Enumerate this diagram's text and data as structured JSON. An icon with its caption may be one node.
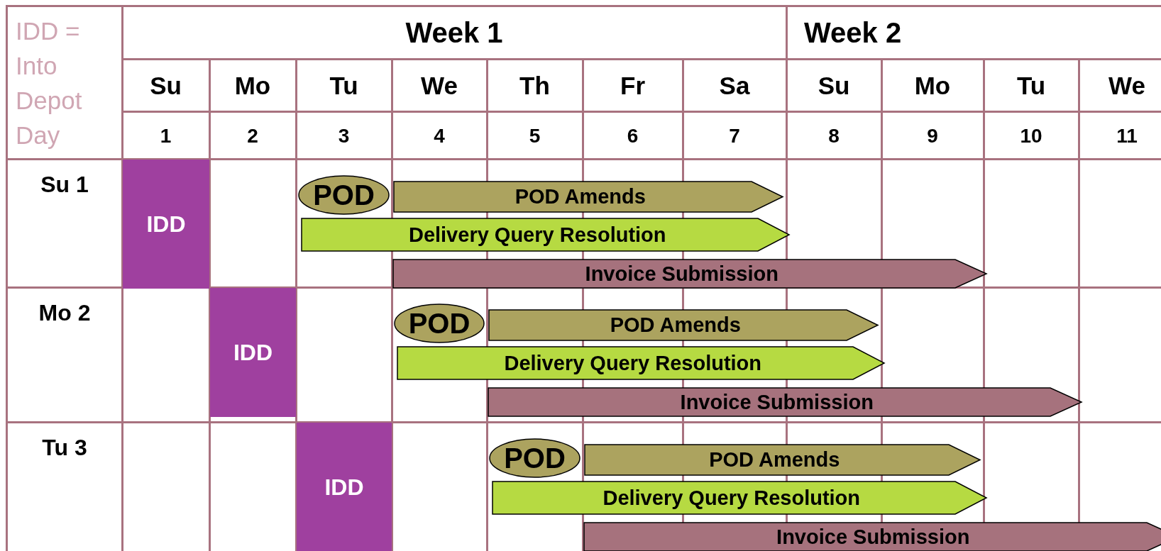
{
  "diagram": {
    "nodes": [
      {
        "text": [
          "IDD"
        ]
      },
      {
        "text": [
          "POD"
        ]
      },
      {
        "text": [
          "POD Amends"
        ]
      },
      {
        "text": [
          "Delivery Query Resolution"
        ]
      },
      {
        "text": [
          "Invoice Submission"
        ]
      },
      {
        "text": [
          "IDD"
        ]
      },
      {
        "text": [
          "POD"
        ]
      },
      {
        "text": [
          "POD Amends"
        ]
      },
      {
        "text": [
          "Delivery Query Resolution"
        ]
      },
      {
        "text": [
          "Invoice Submission"
        ]
      },
      {
        "text": [
          "IDD"
        ]
      },
      {
        "text": [
          "POD"
        ]
      },
      {
        "text": [
          "POD Amends"
        ]
      },
      {
        "text": [
          "Delivery Query Resolution"
        ]
      },
      {
        "text": [
          "Invoice Submission"
        ]
      }
    ],
    "labels": [
      "IDD = Into Depot Day",
      "Week 1",
      "Week 2",
      "Su",
      "Mo",
      "Tu",
      "We",
      "Th",
      "Fr",
      "Sa",
      "Su",
      "Mo",
      "Tu",
      "We",
      "1",
      "2",
      "3",
      "4",
      "5",
      "6",
      "7",
      "8",
      "9",
      "10",
      "11",
      "Su 1",
      "Mo 2",
      "Tu 3"
    ]
  }
}
